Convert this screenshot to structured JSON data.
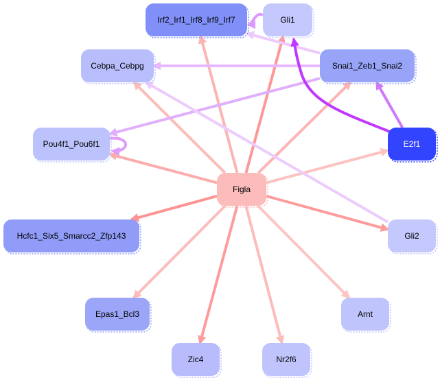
{
  "nodes": [
    {
      "id": "irf",
      "label": "Irf2_Irf1_Irf8_Irf9_Irf7",
      "color": "#8090f8",
      "text_color": "#000000"
    },
    {
      "id": "gli1",
      "label": "Gli1",
      "color": "#c4c8fc",
      "text_color": "#000000"
    },
    {
      "id": "cebpa",
      "label": "Cebpa_Cebpg",
      "color": "#b8befc",
      "text_color": "#000000"
    },
    {
      "id": "snai",
      "label": "Snai1_Zeb1_Snai2",
      "color": "#98a4f8",
      "text_color": "#000000"
    },
    {
      "id": "pou",
      "label": "Pou4f1_Pou6f1",
      "color": "#bcc2fc",
      "text_color": "#000000"
    },
    {
      "id": "e2f1",
      "label": "E2f1",
      "color": "#3344ff",
      "text_color": "#ffffff"
    },
    {
      "id": "figla",
      "label": "Figla",
      "color": "#fcbcbc",
      "text_color": "#000000"
    },
    {
      "id": "hcfc",
      "label": "Hcfc1_Six5_Smarcc2_Zfp143",
      "color": "#909cf8",
      "text_color": "#000000"
    },
    {
      "id": "gli2",
      "label": "Gli2",
      "color": "#c4c8fc",
      "text_color": "#000000"
    },
    {
      "id": "epas",
      "label": "Epas1_Bcl3",
      "color": "#9ca6f8",
      "text_color": "#000000"
    },
    {
      "id": "arnt",
      "label": "Arnt",
      "color": "#c0c4fc",
      "text_color": "#000000"
    },
    {
      "id": "zic4",
      "label": "Zic4",
      "color": "#b8bcfc",
      "text_color": "#000000"
    },
    {
      "id": "nr2f6",
      "label": "Nr2f6",
      "color": "#c0c4fc",
      "text_color": "#000000"
    }
  ],
  "edges": [
    {
      "source": "figla",
      "target": "irf",
      "color": "#fcb4b4"
    },
    {
      "source": "figla",
      "target": "gli1",
      "color": "#fc9898"
    },
    {
      "source": "figla",
      "target": "cebpa",
      "color": "#fcbcb8"
    },
    {
      "source": "figla",
      "target": "snai",
      "color": "#fcb4b4"
    },
    {
      "source": "figla",
      "target": "pou",
      "color": "#fcacac"
    },
    {
      "source": "figla",
      "target": "e2f1",
      "color": "#fcc4c0"
    },
    {
      "source": "figla",
      "target": "hcfc",
      "color": "#fc9494"
    },
    {
      "source": "figla",
      "target": "gli2",
      "color": "#fc9c9c"
    },
    {
      "source": "figla",
      "target": "epas",
      "color": "#fcbcbc"
    },
    {
      "source": "figla",
      "target": "arnt",
      "color": "#fcc4c4"
    },
    {
      "source": "figla",
      "target": "zic4",
      "color": "#fc9c9c"
    },
    {
      "source": "figla",
      "target": "nr2f6",
      "color": "#fcbcbc"
    },
    {
      "source": "gli1",
      "target": "irf",
      "color": "#dc98fc"
    },
    {
      "source": "snai",
      "target": "irf",
      "color": "#eccafc"
    },
    {
      "source": "snai",
      "target": "cebpa",
      "color": "#e8b8fc"
    },
    {
      "source": "snai",
      "target": "pou",
      "color": "#e0b0fc"
    },
    {
      "source": "pou",
      "target": "pou",
      "color": "#dc9cfc"
    },
    {
      "source": "e2f1",
      "target": "gli1",
      "color": "#c038fc"
    },
    {
      "source": "e2f1",
      "target": "snai",
      "color": "#d078fc"
    },
    {
      "source": "gli2",
      "target": "cebpa",
      "color": "#ecccfc"
    }
  ]
}
